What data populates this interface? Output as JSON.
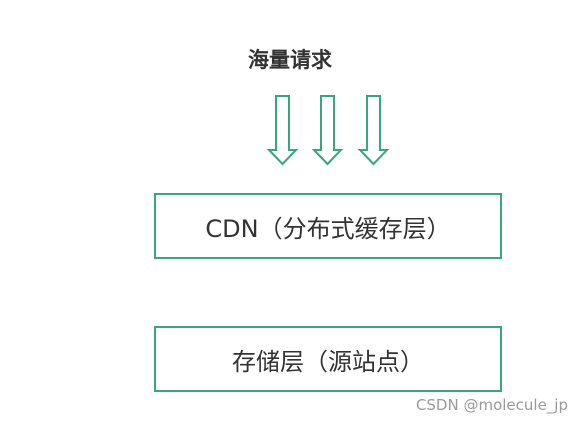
{
  "diagram": {
    "title": "海量请求",
    "nodes": [
      {
        "id": "cdn",
        "label": "CDN（分布式缓存层）"
      },
      {
        "id": "storage",
        "label": "存储层（源站点）"
      }
    ],
    "request_arrow_count": 3,
    "colors": {
      "accent": "#3aa582",
      "text": "#333333",
      "watermark": "#9a9a9a"
    }
  },
  "watermark": "CSDN @molecule_jp"
}
